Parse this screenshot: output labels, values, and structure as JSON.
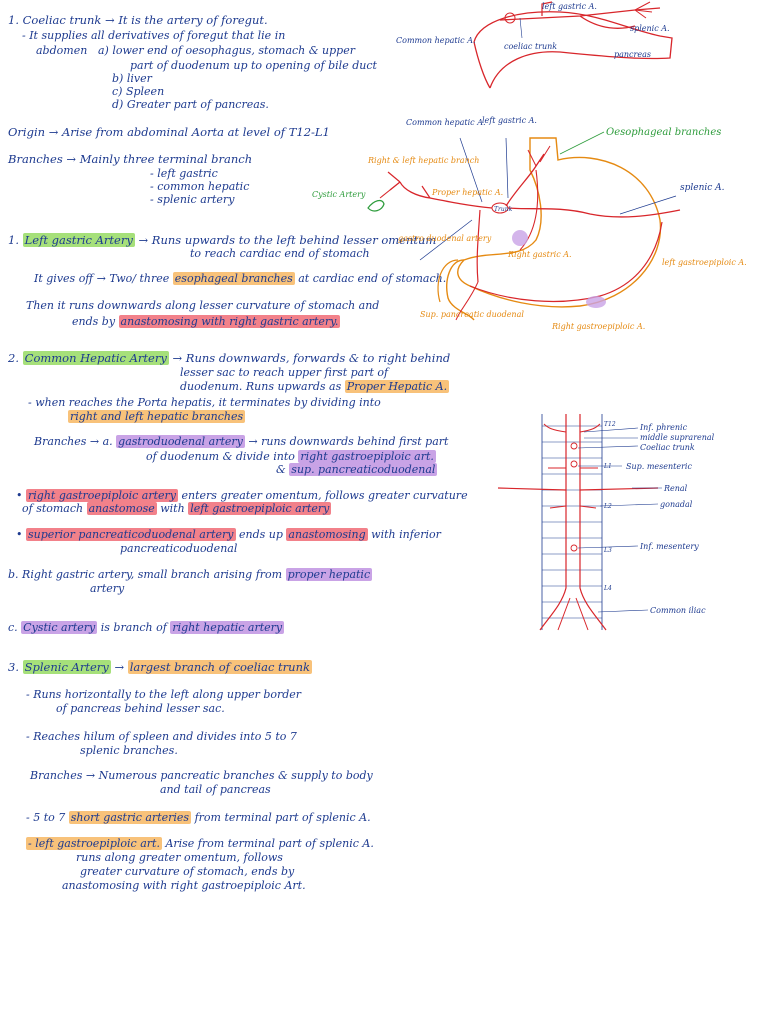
{
  "coeliac": {
    "heading": "1. Coeliac trunk",
    "arrow": "→",
    "def": "It is the artery of foregut.",
    "sup1": "- It supplies all derivatives of foregut that lie in",
    "sup2": "abdomen",
    "sup_a": "a) lower end of oesophagus, stomach & upper",
    "sup_a2": "part of duodenum up to opening of bile duct",
    "sup_b": "b) liver",
    "sup_c": "c) Spleen",
    "sup_d": "d) Greater part of pancreas.",
    "origin": "Origin → Arise from abdominal Aorta at level of T12-L1",
    "branches_intro": "Branches → Mainly three terminal branch",
    "branch_list": [
      "- left gastric",
      "- common hepatic",
      "- splenic artery"
    ]
  },
  "left_gastric": {
    "num": "1.",
    "title": "Left gastric Artery",
    "desc1": "→ Runs upwards to the left behind lesser omentum",
    "desc2": "to reach cardiac end of stomach",
    "gives_pre": "It gives off → Two/ three",
    "gives_hl": "esophageal branches",
    "gives_post": "at cardiac end of stomach.",
    "then1": "Then it runs downwards along lesser curvature of stomach and",
    "then2_pre": "ends by",
    "then2_hl": "anastomosing with right gastric artery."
  },
  "common_hepatic": {
    "num": "2.",
    "title": "Common Hepatic Artery",
    "desc1": "→ Runs downwards, forwards & to right behind",
    "desc2": "lesser sac to reach upper first part of",
    "desc3_pre": "duodenum. Runs upwards as",
    "desc3_hl": "Proper Hepatic A.",
    "when1": "- when reaches the Porta hepatis, it terminates by dividing into",
    "when2_hl": "right and left hepatic branches",
    "br_pre": "Branches → a.",
    "br_hl": "gastroduodenal artery",
    "br_post": "→ runs downwards behind first part",
    "br2_pre": "of duodenum & divide into",
    "br2_hl": "right gastroepiploic art.",
    "br3_pre": "&",
    "br3_hl": "sup. pancreaticoduodenal",
    "b1_hl": "right gastroepiploic artery",
    "b1_post": "enters greater omentum, follows greater curvature",
    "b2_pre": "of stomach",
    "b2_hl1": "anastomose",
    "b2_mid": "with",
    "b2_hl2": "left gastroepiploic artery",
    "b3_hl": "superior pancreaticoduodenal artery",
    "b3_mid": "ends up",
    "b3_hl2": "anastomosing",
    "b3_post": "with inferior",
    "b3_2": "pancreaticoduodenal",
    "rg_pre": "b. Right gastric artery, small branch arising from",
    "rg_hl": "proper hepatic",
    "rg_2": "artery",
    "cy_pre": "c.",
    "cy_hl1": "Cystic artery",
    "cy_mid": "is branch of",
    "cy_hl2": "right hepatic artery"
  },
  "splenic": {
    "num": "3.",
    "title": "Splenic Artery",
    "desc_pre": "→",
    "desc_hl": "largest branch of coeliac trunk",
    "runs1": "- Runs horizontally to the left along upper border",
    "runs2": "of pancreas behind lesser sac.",
    "reaches1": "- Reaches hilum of spleen and divides into 5 to 7",
    "reaches2": "splenic branches.",
    "br1": "Branches → Numerous pancreatic branches & supply to body",
    "br2": "and tail of pancreas",
    "short_pre": "- 5 to 7",
    "short_hl": "short gastric arteries",
    "short_post": "from terminal part of splenic A.",
    "lge_hl": "- left gastroepiploic art.",
    "lge_post": "Arise from terminal part of splenic A.",
    "lge2": "runs along greater omentum, follows",
    "lge3": "greater curvature of stomach, ends by",
    "lge4": "anastomosing with right gastroepiploic Art."
  },
  "fig1": {
    "left_gastric": "left gastric A.",
    "common_hepatic": "Common hepatic A.",
    "coeliac_trunk": "coeliac trunk",
    "splenic": "splenic A.",
    "pancreas": "pancreas"
  },
  "fig2": {
    "common_hepatic": "Common hepatic A.",
    "left_gastric": "left gastric A.",
    "oesophageal": "Oesophageal branches",
    "rl_hepatic": "Right & left hepatic branch",
    "cystic": "Cystic Artery",
    "proper_hepatic": "Proper hepatic A.",
    "splenic": "splenic A.",
    "trunk": "Trunk",
    "gastro_duodenal": "gastro duodenal artery",
    "right_gastric": "Right gastric A.",
    "left_gastroepiploic": "left gastroepiploic A.",
    "sup_pancreatic": "Sup. pancreatic duodenal",
    "right_gastroepiploic": "Right gastroepiploic A."
  },
  "fig3": {
    "inf_phrenic": "Inf. phrenic",
    "middle_suprarenal": "middle suprarenal",
    "coeliac_trunk": "Coeliac trunk",
    "sup_mesenteric": "Sup. mesenteric",
    "renal": "Renal",
    "gonadal": "gonadal",
    "inf_mesentery": "Inf. mesentery",
    "common_iliac": "Common iliac",
    "t12": "T12",
    "l1": "L1",
    "l2": "L2",
    "l3": "L3",
    "l4": "L4"
  },
  "colors": {
    "ink": "#1d3a8f",
    "artery": "#d8262b",
    "green": "#2e9c3c",
    "orange": "#e58a12",
    "highlight_green": "#a6e07a",
    "highlight_orange": "#f8c27a",
    "highlight_red": "#f2818a",
    "highlight_purple": "#c9a3e6"
  }
}
